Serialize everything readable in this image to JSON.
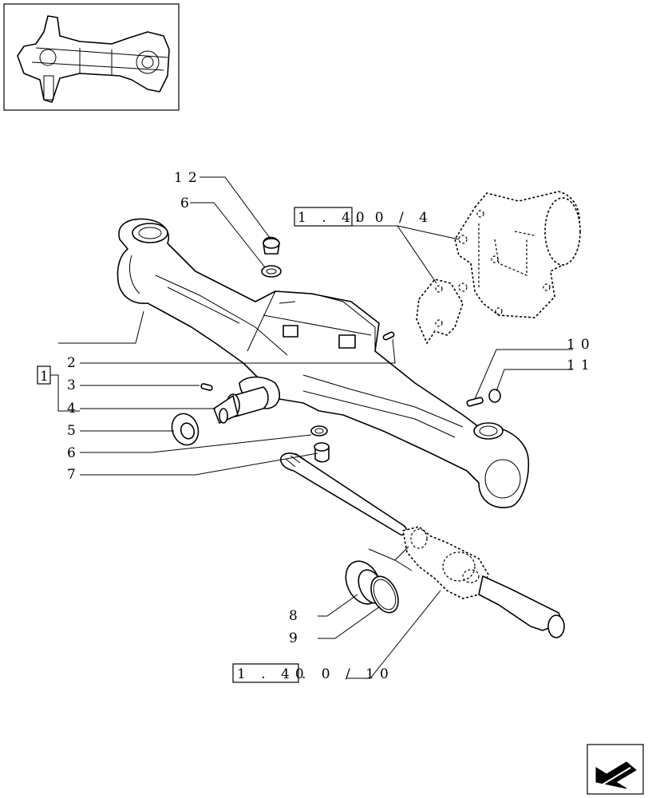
{
  "diagram": {
    "callouts": [
      "1",
      "2",
      "3",
      "4",
      "5",
      "6",
      "7",
      "8",
      "9",
      "10",
      "11",
      "12"
    ],
    "callout_6_repeat": "6",
    "refs": {
      "ref_a_box": "1 . 40",
      "ref_a_tail": ". 0 / 4",
      "ref_b_box": "1 . 40",
      "ref_b_tail": ". 0 / 10"
    }
  },
  "icons": {
    "thumbnail": "assembly-thumbnail-icon",
    "nav": "previous-page-arrow-icon"
  }
}
